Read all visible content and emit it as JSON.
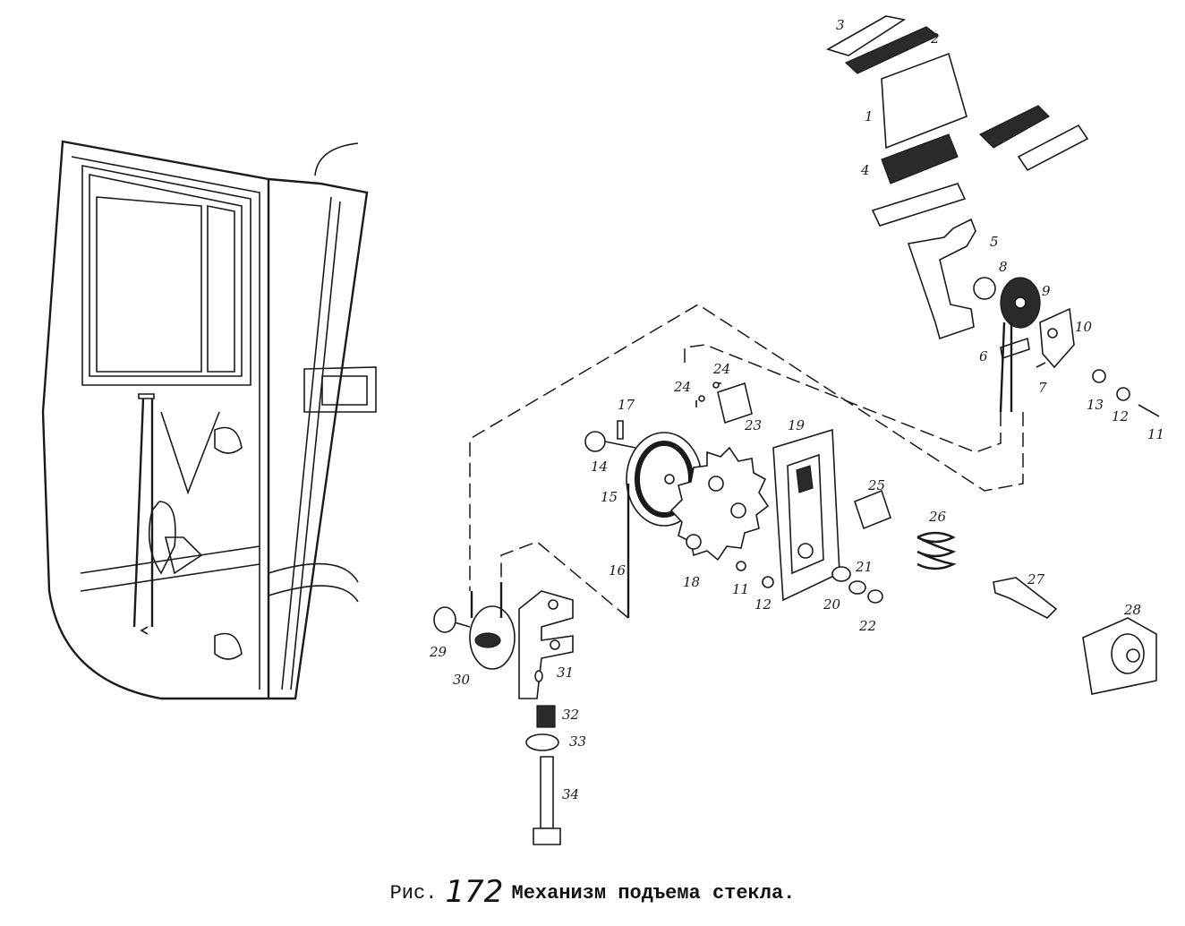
{
  "figure": {
    "caption_prefix": "Рис.",
    "caption_number": "172",
    "caption_text": "Механизм подъема стекла."
  },
  "parts": {
    "p1": "1",
    "p2": "2",
    "p3": "3",
    "p4": "4",
    "p5": "5",
    "p6": "6",
    "p7": "7",
    "p8": "8",
    "p9": "9",
    "p10": "10",
    "p11a": "11",
    "p12a": "12",
    "p13": "13",
    "p14": "14",
    "p15": "15",
    "p16": "16",
    "p17": "17",
    "p18": "18",
    "p19": "19",
    "p20": "20",
    "p21": "21",
    "p22": "22",
    "p23": "23",
    "p24a": "24",
    "p24b": "24",
    "p25": "25",
    "p26": "26",
    "p27": "27",
    "p28": "28",
    "p29": "29",
    "p30": "30",
    "p31": "31",
    "p32": "32",
    "p33": "33",
    "p34": "34",
    "p11b": "11",
    "p12b": "12"
  }
}
